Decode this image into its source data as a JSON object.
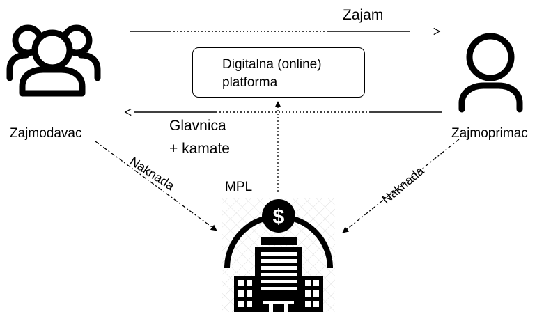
{
  "labels": {
    "loan": "Zajam",
    "platform_line1": "Digitalna (online)",
    "platform_line2": "platforma",
    "repayment_line1": "Glavnica",
    "repayment_line2": "+ kamate",
    "lender": "Zajmodavac",
    "borrower": "Zajmoprimac",
    "fee_left": "Naknada",
    "fee_right": "Naknada",
    "mpl": "MPL"
  },
  "icons": {
    "lender": "group-of-people-icon",
    "borrower": "person-icon",
    "mpl": "bank-building-with-dollar-coin-icon",
    "dollar_symbol": "$"
  },
  "colors": {
    "stroke": "#000000",
    "background": "#ffffff",
    "pattern": "#d9d9d9"
  }
}
